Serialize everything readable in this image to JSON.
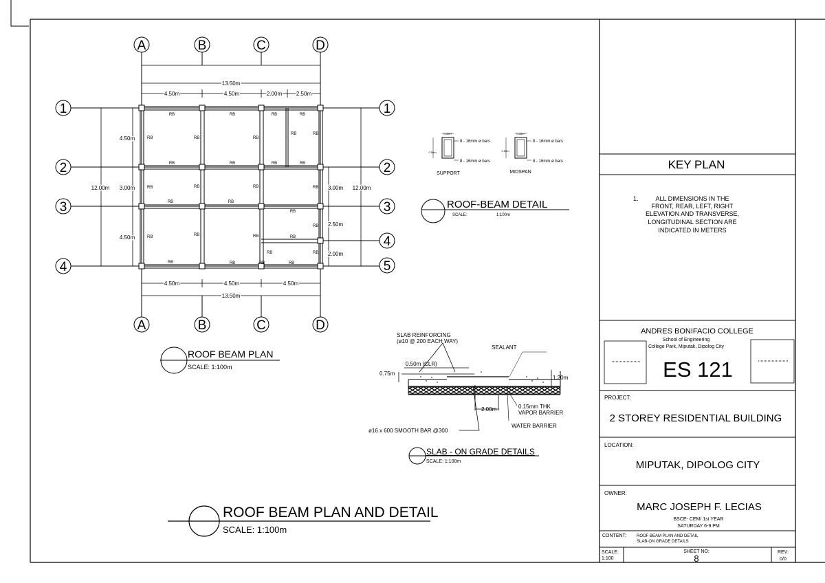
{
  "grid": {
    "cols": [
      "A",
      "B",
      "C",
      "D"
    ],
    "rows_left": [
      "1",
      "2",
      "3",
      "4"
    ],
    "rows_right": [
      "1",
      "2",
      "3",
      "4",
      "5"
    ]
  },
  "dims": {
    "top_total": "13.50m",
    "top_spans": [
      "4.50m",
      "4.50m",
      "2.00m",
      "2.50m"
    ],
    "bottom_spans": [
      "4.50m",
      "4.50m",
      "4.50m"
    ],
    "bottom_total": "13.50m",
    "left_total": "12.00m",
    "left_spans": [
      "4.50m",
      "3.00m",
      "4.50m"
    ],
    "right_spans": [
      "3.00m",
      "2.50m",
      "2.00m"
    ],
    "right_total": "12.00m"
  },
  "beam_tag": "RB",
  "roof_beam_plan": {
    "title": "ROOF BEAM PLAN",
    "scale": "SCALE:  1:100m"
  },
  "roof_beam_detail": {
    "title": "ROOF-BEAM DETAIL",
    "scale_label": "SCALE:",
    "scale_value": "1:100m",
    "support_label": "SUPPORT",
    "midspan_label": "MIDSPAN",
    "bars": "8 - 16mm ø  bars",
    "width": "0.30m",
    "depth": "0.50m"
  },
  "slab": {
    "reinforcing_line1": "SLAB  REINFORCING",
    "reinforcing_line2": "(ø10  @  200  EACH  WAY)",
    "sealant": "SEALANT",
    "clr": "0.50m (CLR)",
    "left_dim": "0.75m",
    "right_dim": "1.20m",
    "bottom_dim": "2.00m",
    "vapor_line1": "0.15mm  THK",
    "vapor_line2": "VAPOR  BARRIER",
    "water_barrier": "WATER  BARRIER",
    "smooth_bar": "ø16  x  600  SMOOTH  BAR  @300",
    "title": "SLAB - ON GRADE DETAILS",
    "scale": "SCALE:   1:100m"
  },
  "main_title": {
    "title": "ROOF BEAM PLAN AND DETAIL",
    "scale": "SCALE:   1:100m"
  },
  "title_block": {
    "key_plan": "KEY PLAN",
    "note_number": "1.",
    "note_lines": [
      "ALL DIMENSIONS IN THE",
      "FRONT, REAR, LEFT, RIGHT",
      "ELEVATION AND TRANSVERSE,",
      "LONGITUDINAL SECTION ARE",
      "INDICATED IN METERS"
    ],
    "college": "ANDRES BONIFACIO COLLEGE",
    "school": "School of Engineering",
    "address": "College Park, Miputak, Dipolog City",
    "course": "ES 121",
    "project_label": "PROJECT:",
    "project": "2 STOREY RESIDENTIAL BUILDING",
    "location_label": "LOCATION:",
    "location": "MIPUTAK, DIPOLOG CITY",
    "owner_label": "OWNER:",
    "owner": "MARC JOSEPH F. LECIAS",
    "owner_sub1": "BSCE- CEM/ 1st YEAR",
    "owner_sub2": "SATURDAY 6-9 PM",
    "content_label": "CONTENT:",
    "content_line1": "ROOF BEAM PLAN AND DETAIL",
    "content_line2": "SLAB-ON GRADE DETAILS",
    "scale_label": "SCALE:",
    "scale_value": "1:100",
    "sheet_label": "SHEET NO:",
    "sheet_value": "8",
    "rev_label": "REV:",
    "rev_value": "0/0"
  }
}
